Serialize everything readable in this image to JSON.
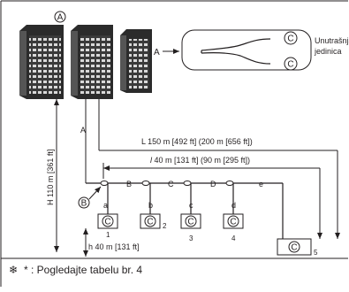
{
  "diagram": {
    "marker_A": "A",
    "marker_B": "B",
    "marker_C": "C",
    "arrow_label_A": "A",
    "pipe_label_A": "A",
    "indoor_label_line1": "Unutrašnja",
    "indoor_label_line2": "jedinica",
    "dim_L": "L 150 m [492 ft] (200 m [656 ft])",
    "dim_l_italic": "l",
    "dim_l_rest": " 40 m [131 ft] (90 m [295 ft])",
    "dim_H": "H 110 m [361 ft]",
    "dim_h": "h 40 m [131 ft]",
    "branch_B": "B",
    "branch_C": "C",
    "branch_D": "D",
    "branch_e": "e",
    "pipe_a": "a",
    "pipe_b": "b",
    "pipe_c": "c",
    "pipe_d": "d",
    "unit_1": "1",
    "unit_2": "2",
    "unit_3": "3",
    "unit_4": "4",
    "unit_5": "5",
    "note": "* : Pogledajte tabelu br. 4"
  }
}
